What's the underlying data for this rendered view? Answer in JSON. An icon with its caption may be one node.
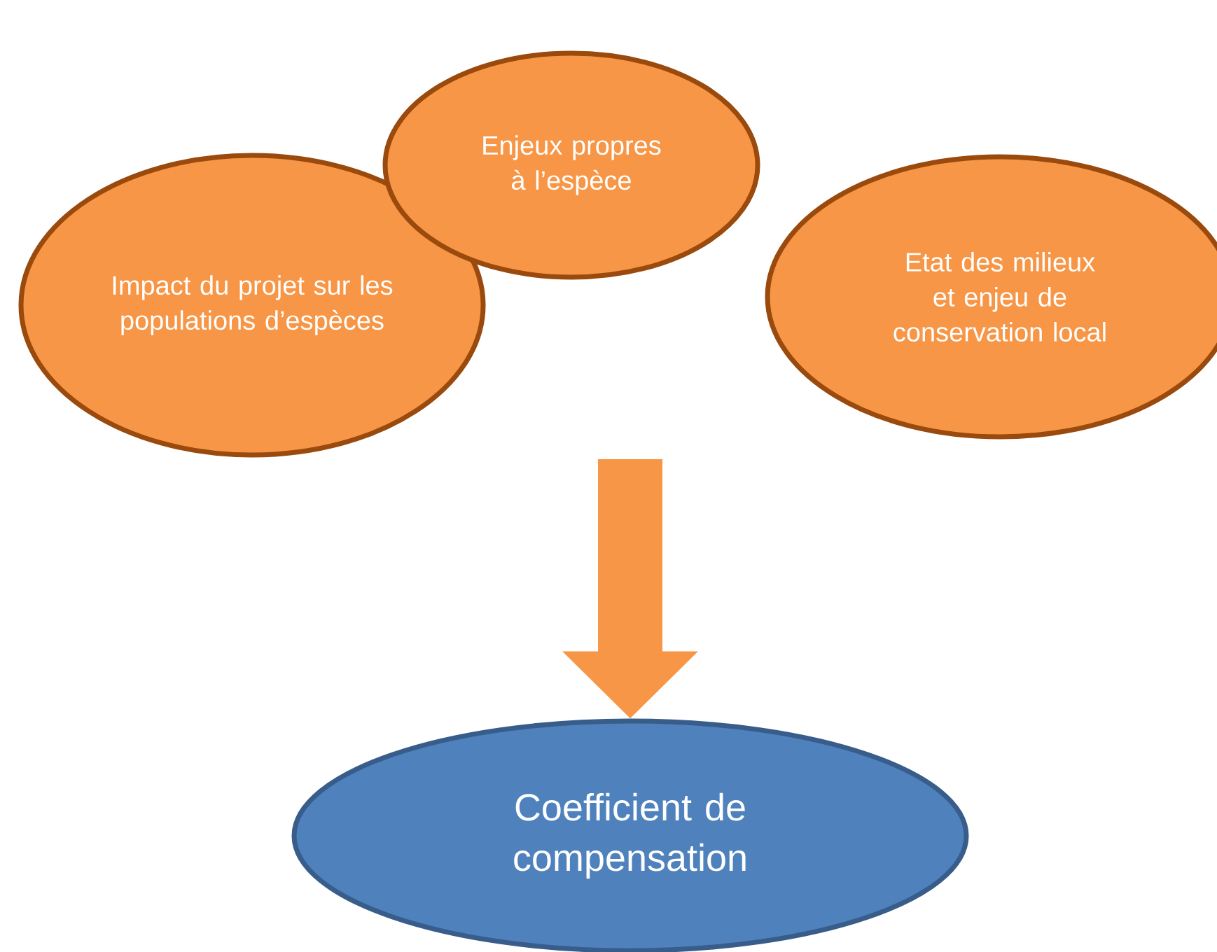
{
  "diagram": {
    "nodes": [
      {
        "text": [
          "Enjeux propres à l’espèce"
        ]
      },
      {
        "text": [
          "Impact du projet sur les populations d’espèces"
        ]
      },
      {
        "text": [
          "Etat des milieux et enjeu de conservation local"
        ]
      },
      {
        "text": [
          "Coefficient de compensation"
        ]
      }
    ],
    "edges": [
      {
        "from": null,
        "to": 3,
        "arrow": "to"
      }
    ]
  }
}
